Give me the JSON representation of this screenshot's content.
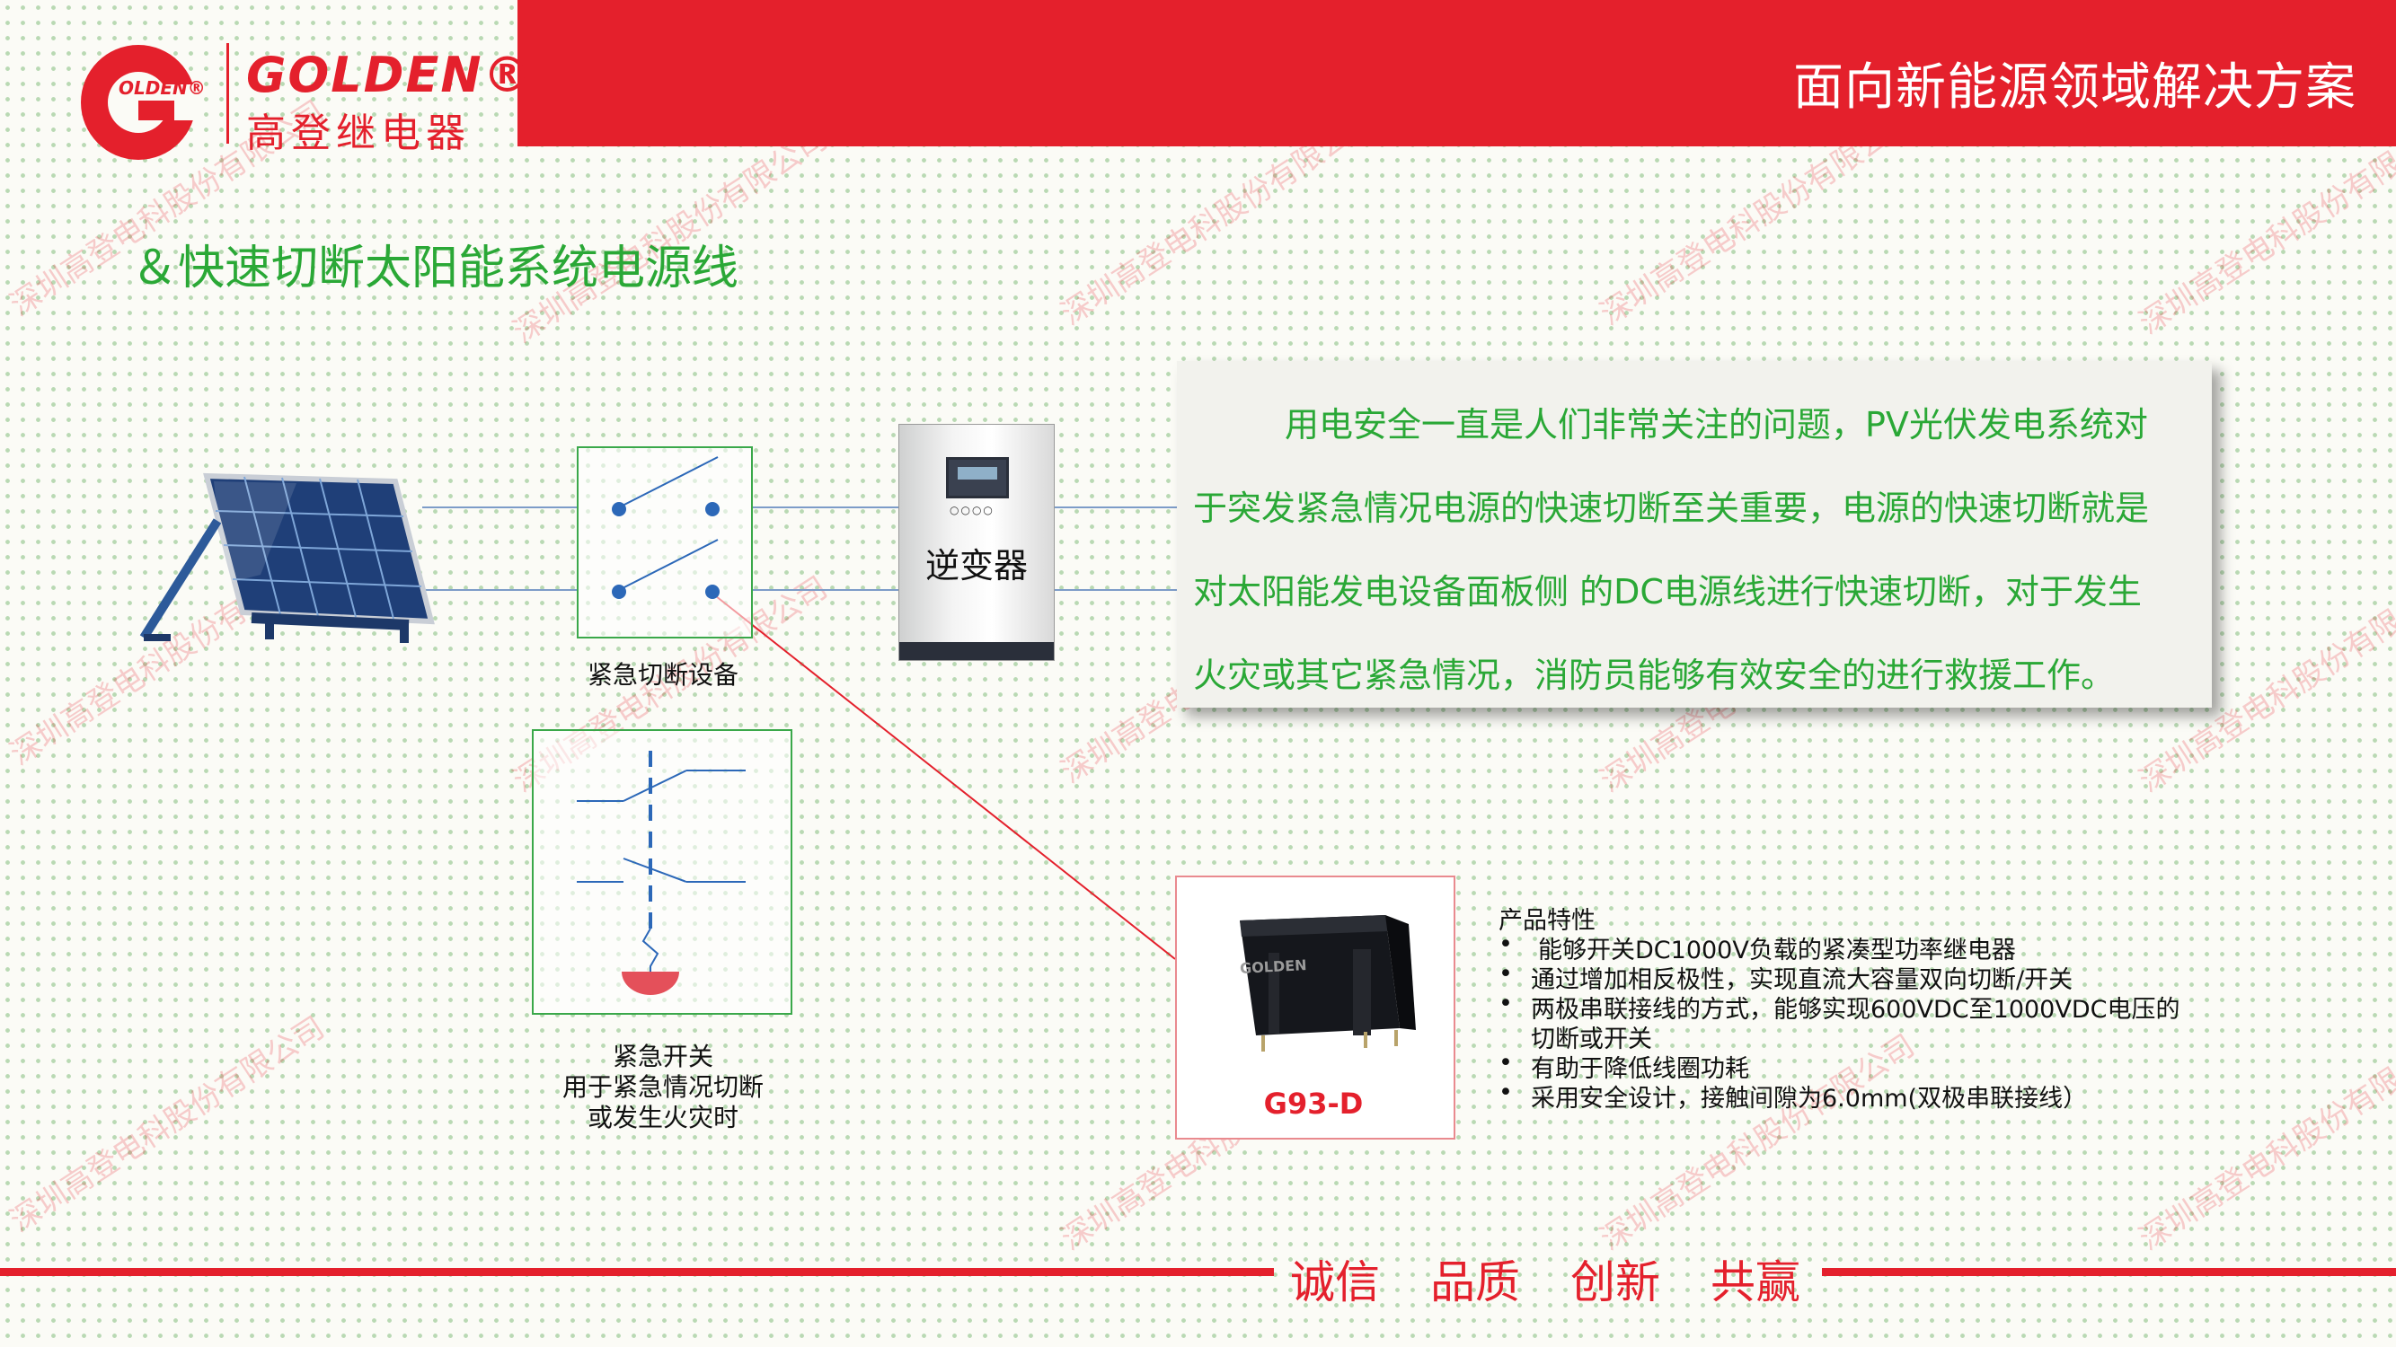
{
  "header": {
    "title": "面向新能源领域解决方案",
    "brand_en": "GOLDEN®",
    "brand_cn": "高登继电器",
    "logo_mark_text": "OLDEN®"
  },
  "section_title": "＆快速切断太阳能系统电源线",
  "description": [
    "用电安全一直是人们非常关注的问题，PV光伏发电系统对",
    "于突发紧急情况电源的快速切断至关重要，电源的快速切断就是",
    "对太阳能发电设备面板侧 的DC电源线进行快速切断，对于发生",
    "火灾或其它紧急情况，消防员能够有效安全的进行救援工作。"
  ],
  "diagram": {
    "inverter_label": "逆变器",
    "cutoff_device_label": "紧急切断设备",
    "emergency_switch_lines": [
      "紧急开关",
      "用于紧急情况切断",
      "或发生火灾时"
    ]
  },
  "product": {
    "model": "G93-D",
    "relay_print": "GOLDEN",
    "features_title": "产品特性",
    "features": [
      "能够开关DC1000V负载的紧凑型功率继电器",
      "通过增加相反极性，实现直流大容量双向切断/开关",
      "两极串联接线的方式，能够实现600VDC至1000VDC电压的",
      "切断或开关",
      "有助于降低线圈功耗",
      "采用安全设计，接触间隙为6.0mm(双极串联接线）"
    ]
  },
  "footer": {
    "slogans": [
      "诚信",
      "品质",
      "创新",
      "共赢"
    ]
  },
  "watermark": "深圳高登电科股份有限公司",
  "colors": {
    "brand_red": "#e4202c",
    "text_green": "#2aa836",
    "dot_green": "#b9d9b3"
  }
}
